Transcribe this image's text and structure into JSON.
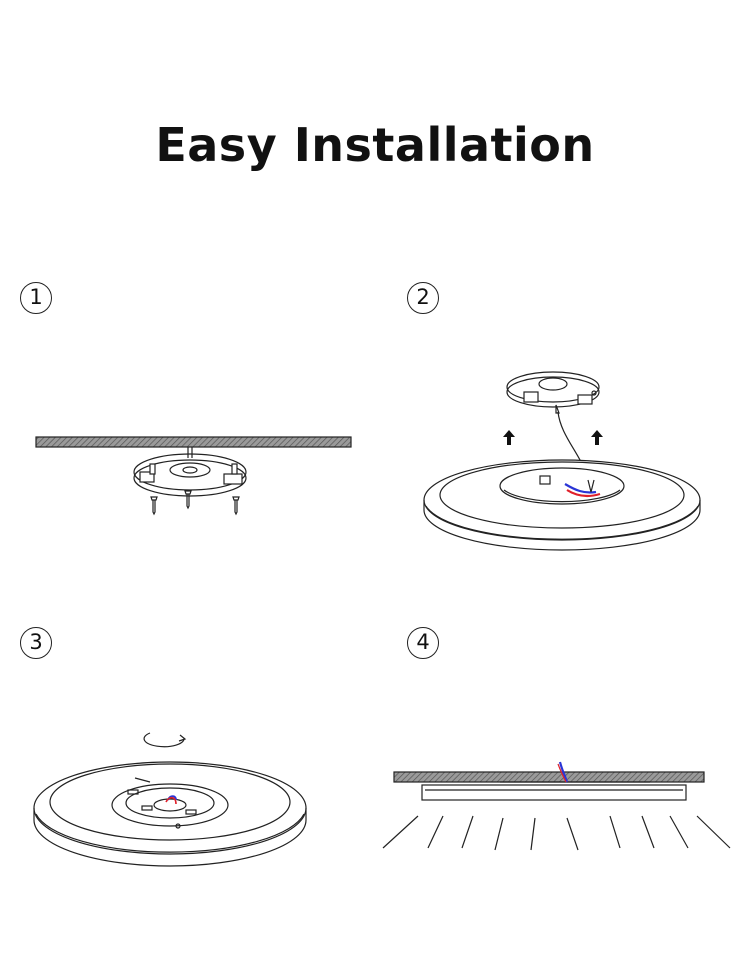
{
  "title": "Easy Installation",
  "steps": [
    {
      "number": "1",
      "icon": "mount-plate-screws-icon"
    },
    {
      "number": "2",
      "icon": "connect-wires-icon"
    },
    {
      "number": "3",
      "icon": "twist-lock-icon"
    },
    {
      "number": "4",
      "icon": "ceiling-light-installed-icon"
    }
  ],
  "colors": {
    "line": "#222222",
    "hatch": "#7a7a7a",
    "wire_blue": "#2a35d6",
    "wire_red": "#e0202a"
  }
}
